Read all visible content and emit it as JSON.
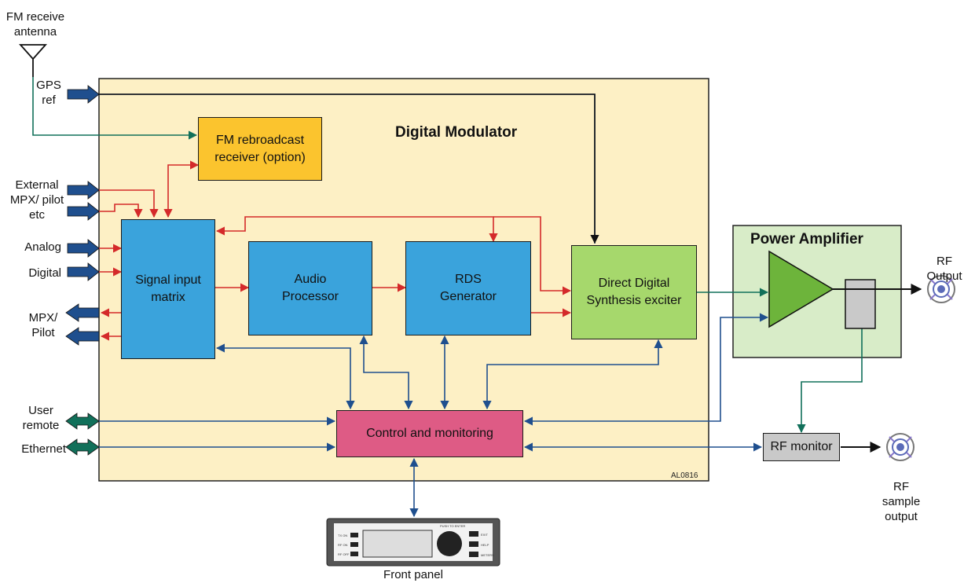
{
  "title": "Digital Modulator",
  "power_amplifier": "Power Amplifier",
  "blocks": {
    "fm_rebroadcast": "FM rebroadcast receiver (option)",
    "signal_input": "Signal input matrix",
    "audio": "Audio Processor",
    "rds": "RDS Generator",
    "dds": "Direct Digital Synthesis exciter",
    "control": "Control and monitoring",
    "rf_monitor": "RF monitor"
  },
  "inputs": {
    "antenna": "FM receive antenna",
    "gps": "GPS ref",
    "external": "External MPX/ pilot etc",
    "analog": "Analog",
    "digital": "Digital",
    "mpx_out": "MPX/ Pilot",
    "user_remote": "User remote",
    "ethernet": "Ethernet"
  },
  "outputs": {
    "rf_output": "RF Output",
    "rf_sample": "RF sample output",
    "front_panel": "Front panel"
  },
  "front_panel_ui": {
    "push_to_enter": "PUSH TO ENTER",
    "left_buttons": [
      "TX ON",
      "RF ON",
      "RF OFF"
    ],
    "right_buttons": [
      "EXIT",
      "HELP",
      "METERS"
    ]
  },
  "ref_code": "AL0816",
  "colors": {
    "modulator_bg": "#fdf0c5",
    "fm_box": "#fbc42e",
    "blocks": "#3aa3dc",
    "dds": "#a6d86c",
    "control": "#de5b85",
    "pa_bg": "#d8ecc8",
    "amp": "#6db43b",
    "audio_signal": "#d42a2a",
    "control_signal": "#1f4f8e",
    "rf_signal": "#11705a"
  }
}
